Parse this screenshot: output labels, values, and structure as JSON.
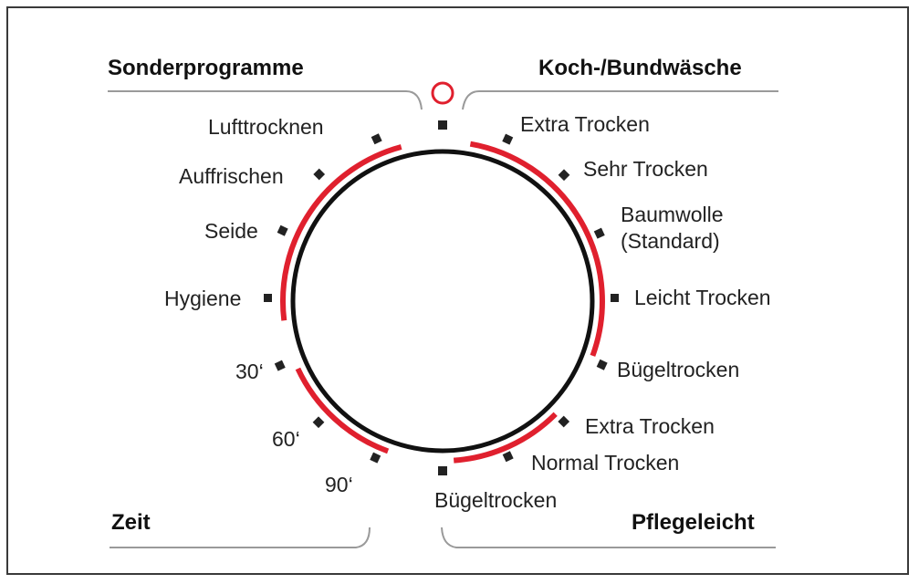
{
  "groups": {
    "top_left": "Sonderprogramme",
    "top_right": "Koch-/Bundwäsche",
    "bottom_left": "Zeit",
    "bottom_right": "Pflegeleicht"
  },
  "programs": {
    "lufttrocknen": "Lufttrocknen",
    "auffrischen": "Auffrischen",
    "seide": "Seide",
    "hygiene": "Hygiene",
    "zeit_30": "30‘",
    "zeit_60": "60‘",
    "zeit_90": "90‘",
    "koch_extra_trocken": "Extra Trocken",
    "koch_sehr_trocken": "Sehr Trocken",
    "koch_baumwolle": "Baumwolle",
    "koch_baumwolle_standard": "(Standard)",
    "koch_leicht_trocken": "Leicht Trocken",
    "koch_bügeltrocken": "Bügeltrocken",
    "pflege_extra_trocken": "Extra Trocken",
    "pflege_normal_trocken": "Normal Trocken",
    "pflege_bügeltrocken": "Bügeltrocken"
  },
  "colors": {
    "ring": "#111111",
    "arc": "#e0202e",
    "off_indicator": "#e0202e",
    "marker": "#222222",
    "bracket": "#9a9a9a",
    "text": "#222222"
  },
  "icons": {
    "off_indicator": "power-off-circle-icon",
    "marker": "square-marker-icon"
  }
}
